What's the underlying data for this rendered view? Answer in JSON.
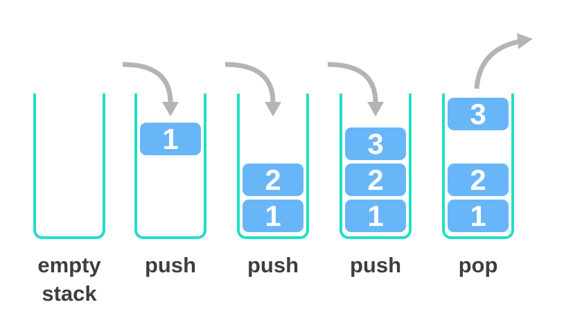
{
  "diagram": {
    "title": "stack push and pop operations",
    "icons": {
      "push_arrow": "curved-arrow-down-right",
      "pop_arrow": "curved-arrow-up-right"
    }
  },
  "colors": {
    "container": "#1fdfc6",
    "box": "#68b6f8",
    "arrow": "#b4b4b4",
    "label_text": "#3e3e3e",
    "box_text": "#ffffff",
    "background": "#ffffff"
  },
  "stacks": [
    {
      "name": "empty-stack",
      "label": "empty stack",
      "arrow": null,
      "boxes": []
    },
    {
      "name": "push-1",
      "label": "push",
      "arrow": "push",
      "boxes": [
        {
          "value": "1"
        }
      ]
    },
    {
      "name": "push-2",
      "label": "push",
      "arrow": "push",
      "boxes": [
        {
          "value": "2"
        },
        {
          "value": "1"
        }
      ]
    },
    {
      "name": "push-3",
      "label": "push",
      "arrow": "push",
      "boxes": [
        {
          "value": "3"
        },
        {
          "value": "2"
        },
        {
          "value": "1"
        }
      ]
    },
    {
      "name": "pop",
      "label": "pop",
      "arrow": "pop",
      "boxes": [
        {
          "value": "3"
        },
        {
          "value": "2"
        },
        {
          "value": "1"
        }
      ]
    }
  ]
}
